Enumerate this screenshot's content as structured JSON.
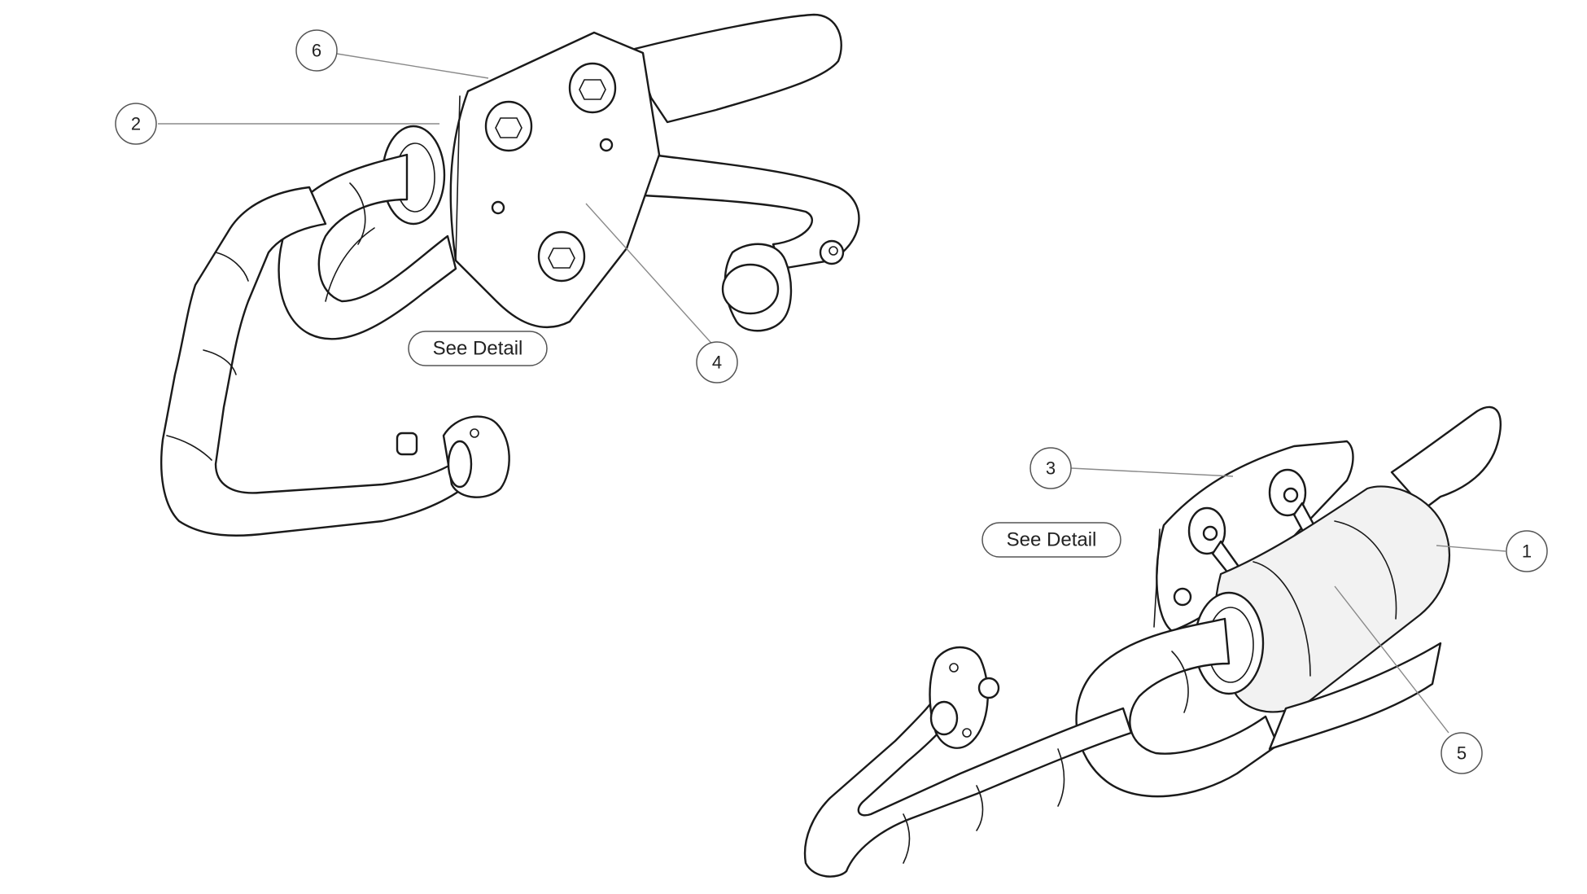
{
  "callouts": [
    {
      "id": "1",
      "label": "1"
    },
    {
      "id": "2",
      "label": "2"
    },
    {
      "id": "3",
      "label": "3"
    },
    {
      "id": "4",
      "label": "4"
    },
    {
      "id": "5",
      "label": "5"
    },
    {
      "id": "6",
      "label": "6"
    }
  ],
  "detail_buttons": [
    {
      "label": "See Detail"
    },
    {
      "label": "See Detail"
    }
  ],
  "colors": {
    "line": "#1a1a1a",
    "leader": "#8a8a8a",
    "background": "#ffffff"
  }
}
